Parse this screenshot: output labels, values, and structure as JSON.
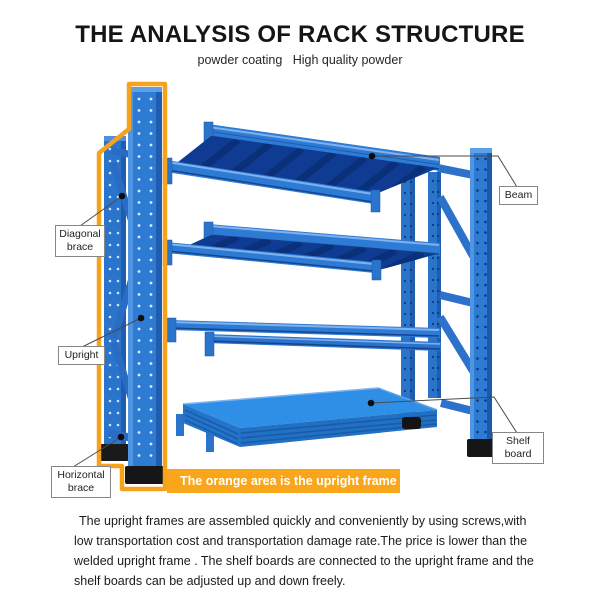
{
  "title": "THE ANALYSIS OF RACK STRUCTURE",
  "subtitle": "powder coating   High quality powder",
  "banner": {
    "text": "The orange area is the upright frame",
    "bg_color": "#FAA61A"
  },
  "labels": {
    "diagonal_brace": {
      "line1": "Diagonal",
      "line2": "brace"
    },
    "upright": {
      "line1": "Upright"
    },
    "horizontal_brace": {
      "line1": "Horizontal",
      "line2": "brace"
    },
    "beam": {
      "line1": "Beam"
    },
    "shelf_board": {
      "line1": "Shelf",
      "line2": "board"
    }
  },
  "paragraph": {
    "lines": [
      "The upright frames are assembled quickly and conveniently by using screws,with",
      "low transportation cost and transportation damage rate.The price is lower than the",
      "welded upright frame . The shelf boards are connected to the upright frame and the",
      "shelf boards can be adjusted up and down freely."
    ]
  },
  "colors": {
    "accent_orange": "#F6A21D",
    "rack_blue": "#2E7BD6",
    "panel_navy": "#11409A",
    "shelf_blue": "#2F8FE6",
    "foot_black": "#161616"
  }
}
